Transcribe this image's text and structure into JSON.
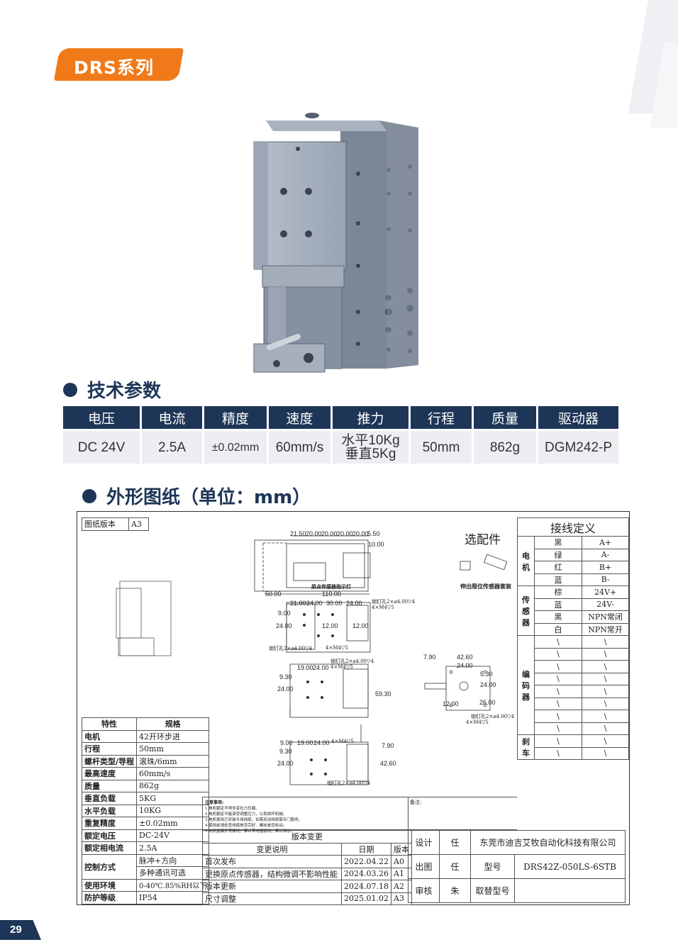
{
  "header": {
    "series": "DRS系列",
    "model": "DRS42Z-050LS-6STB"
  },
  "sections": {
    "specs_title": "技术参数",
    "drawing_title": "外形图纸（单位：mm）"
  },
  "spec_table": {
    "headers": [
      "电压",
      "电流",
      "精度",
      "速度",
      "推力",
      "行程",
      "质量",
      "驱动器"
    ],
    "values": [
      "DC 24V",
      "2.5A",
      "±0.02mm",
      "60mm/s",
      "水平10Kg",
      "50mm",
      "862g",
      "DGM242-P"
    ],
    "thrust_line2": "垂直5Kg"
  },
  "drawing": {
    "version_label": "图纸版本",
    "version_value": "A3",
    "accessories_title": "选配件",
    "accessory_caption": "伸出限位传感器套装",
    "sensor_caption": "原点传感器指示灯",
    "dims_top": [
      "21.50",
      "20.00",
      "20.00",
      "20.00",
      "20.00",
      "5.50",
      "10.00",
      "50.00",
      "110.00"
    ],
    "dims_mid": [
      "21.00",
      "24.00",
      "30.00",
      "24.00",
      "9.00",
      "24.00",
      "12.00",
      "12.00"
    ],
    "dims_low": [
      "19.00",
      "24.00",
      "9.30",
      "24.00",
      "59.30"
    ],
    "dims_bottom": [
      "9.00",
      "19.00",
      "24.00",
      "9.30",
      "24.00",
      "7.90",
      "42.60"
    ],
    "dims_side": [
      "7.90",
      "42.60",
      "24.00",
      "5.30",
      "24.00",
      "12.00",
      "26.00"
    ],
    "hole_notes": [
      "销钉孔2×⌀4.00▽4",
      "4×M4▽5"
    ],
    "wiring_title": "接线定义",
    "wiring_groups": [
      {
        "name": "电机",
        "rows": [
          [
            "黑",
            "A+"
          ],
          [
            "绿",
            "A-"
          ],
          [
            "红",
            "B+"
          ],
          [
            "蓝",
            "B-"
          ]
        ]
      },
      {
        "name": "传感器",
        "rows": [
          [
            "棕",
            "24V+"
          ],
          [
            "蓝",
            "24V-"
          ],
          [
            "黑",
            "NPN常闭"
          ],
          [
            "白",
            "NPN常开"
          ]
        ]
      },
      {
        "name": "编码器",
        "rows": [
          [
            "\\",
            "\\"
          ],
          [
            "\\",
            "\\"
          ],
          [
            "\\",
            "\\"
          ],
          [
            "\\",
            "\\"
          ],
          [
            "\\",
            "\\"
          ],
          [
            "\\",
            "\\"
          ],
          [
            "\\",
            "\\"
          ],
          [
            "\\",
            "\\"
          ]
        ]
      },
      {
        "name": "刹车",
        "rows": [
          [
            "\\",
            "\\"
          ],
          [
            "\\",
            "\\"
          ]
        ]
      }
    ],
    "props_header": [
      "特性",
      "规格"
    ],
    "props": [
      [
        "电机",
        "42开环步进"
      ],
      [
        "行程",
        "50mm"
      ],
      [
        "螺杆类型/导程",
        "滚珠/6mm"
      ],
      [
        "最高速度",
        "60mm/s"
      ],
      [
        "质量",
        "862g"
      ],
      [
        "垂直负载",
        "5KG"
      ],
      [
        "水平负载",
        "10KG"
      ],
      [
        "重复精度",
        "±0.02mm"
      ],
      [
        "额定电压",
        "DC-24V"
      ],
      [
        "额定相电流",
        "2.5A"
      ],
      [
        "控制方式",
        "脉冲+方向"
      ],
      [
        "",
        "多种通讯可选"
      ],
      [
        "使用环境",
        "0-40℃.85%RH以下"
      ],
      [
        "防护等级",
        "IP54"
      ]
    ],
    "notes_title": "注意事项:",
    "notes": [
      "1.电机额定不得多变拉力负载。",
      "2.电机额定不能承受调整应力，以免损坏机械。",
      "3.电机使用已安装专用线缆，如需另加线缆需专门服务。",
      "4.使用前请检查线缆是否完好、螺丝是否松动。",
      "5.电机金属外壳接地，禁止带电插拔线，禁止淋水。"
    ],
    "remarks_label": "备注:",
    "changes_title": "版本变更",
    "changes_header": [
      "变更说明",
      "日期",
      "版本"
    ],
    "changes": [
      [
        "首次发布",
        "2022.04.22",
        "A0"
      ],
      [
        "更换原点传感器，结构微调不影响性能",
        "2024.03.26",
        "A1"
      ],
      [
        "版本更新",
        "2024.07.18",
        "A2"
      ],
      [
        "尺寸调整",
        "2025.01.02",
        "A3"
      ]
    ],
    "title_block": {
      "design_label": "设计",
      "design_value": "任",
      "company": "东莞市迪吉艾牧自动化科技有限公司",
      "draw_label": "出图",
      "draw_value": "任",
      "model_label": "型号",
      "model_value": "DRS42Z-050LS-6STB",
      "review_label": "审核",
      "review_value": "朱",
      "replace_label": "取替型号"
    }
  },
  "page_number": "29",
  "colors": {
    "navy": "#1d3557",
    "orange": "#f07a1a",
    "cell_bg": "#eceef2"
  }
}
